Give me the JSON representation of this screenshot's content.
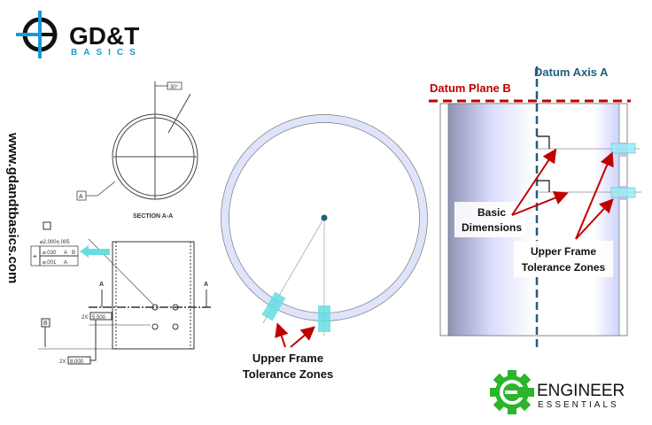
{
  "logo_left": {
    "main": "GD&T",
    "sub": "BASICS"
  },
  "website": "www.gdandtbasics.com",
  "section_view": {
    "angle": "30°",
    "datum_a": "A",
    "caption": "SECTION A-A"
  },
  "drawing": {
    "fcf_diameter": "⌀2.000±.005",
    "fcf_row1": [
      "⌀.030",
      "A",
      "B"
    ],
    "fcf_row2": [
      "⌀.001",
      "A"
    ],
    "section_marker": "A",
    "datum_b": "B",
    "dim1_prefix": "2X",
    "dim1": "5.500",
    "dim2_prefix": "2X",
    "dim2": "8.000"
  },
  "center_view": {
    "label_line1": "Upper Frame",
    "label_line2": "Tolerance Zones"
  },
  "side_view": {
    "datum_axis": "Datum Axis A",
    "datum_plane": "Datum Plane B",
    "basic_line1": "Basic",
    "basic_line2": "Dimensions",
    "zones_line1": "Upper Frame",
    "zones_line2": "Tolerance Zones"
  },
  "logo_right": {
    "main": "ENGINEER",
    "sub": "ESSENTIALS"
  },
  "colors": {
    "red": "#c00000",
    "teal": "#1f5f7f",
    "zone": "#66dde0",
    "ring": "#dfe4fb",
    "blue": "#1a9ad6",
    "green": "#2bb52b"
  }
}
